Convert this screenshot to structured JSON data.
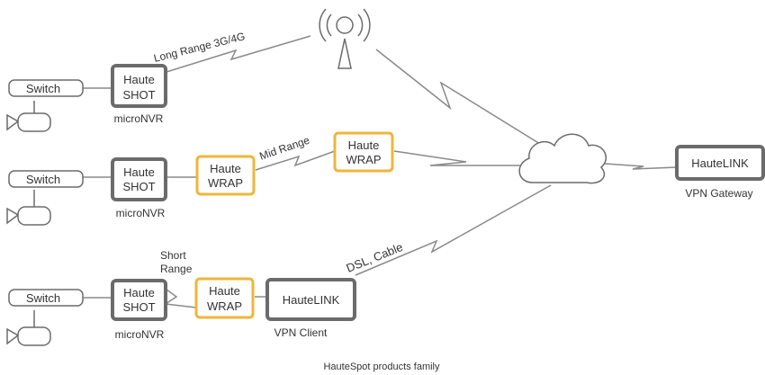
{
  "title": "HauteSpot products family",
  "colors": {
    "device_border": "#6b6b6b",
    "wrap_border": "#f0b53a",
    "line": "#8a8a8a",
    "text": "#333333"
  },
  "rows": [
    {
      "switch": "Switch",
      "haute_shot": [
        "Haute",
        "SHOT"
      ],
      "nvr_label": "microNVR",
      "link_label": "Long Range 3G/4G"
    },
    {
      "switch": "Switch",
      "haute_shot": [
        "Haute",
        "SHOT"
      ],
      "nvr_label": "microNVR",
      "wrap_left": [
        "Haute",
        "WRAP"
      ],
      "wrap_right": [
        "Haute",
        "WRAP"
      ],
      "link_label": "Mid Range"
    },
    {
      "switch": "Switch",
      "haute_shot": [
        "Haute",
        "SHOT"
      ],
      "nvr_label": "microNVR",
      "short_range": [
        "Short",
        "Range"
      ],
      "wrap": [
        "Haute",
        "WRAP"
      ],
      "hautelink": "HauteLINK",
      "hautelink_label": "VPN Client",
      "link_label": "DSL, Cable"
    }
  ],
  "gateway": {
    "hautelink": "HauteLINK",
    "label": "VPN Gateway"
  },
  "icons": [
    "camera-icon",
    "cell-tower-icon",
    "cloud-icon"
  ]
}
